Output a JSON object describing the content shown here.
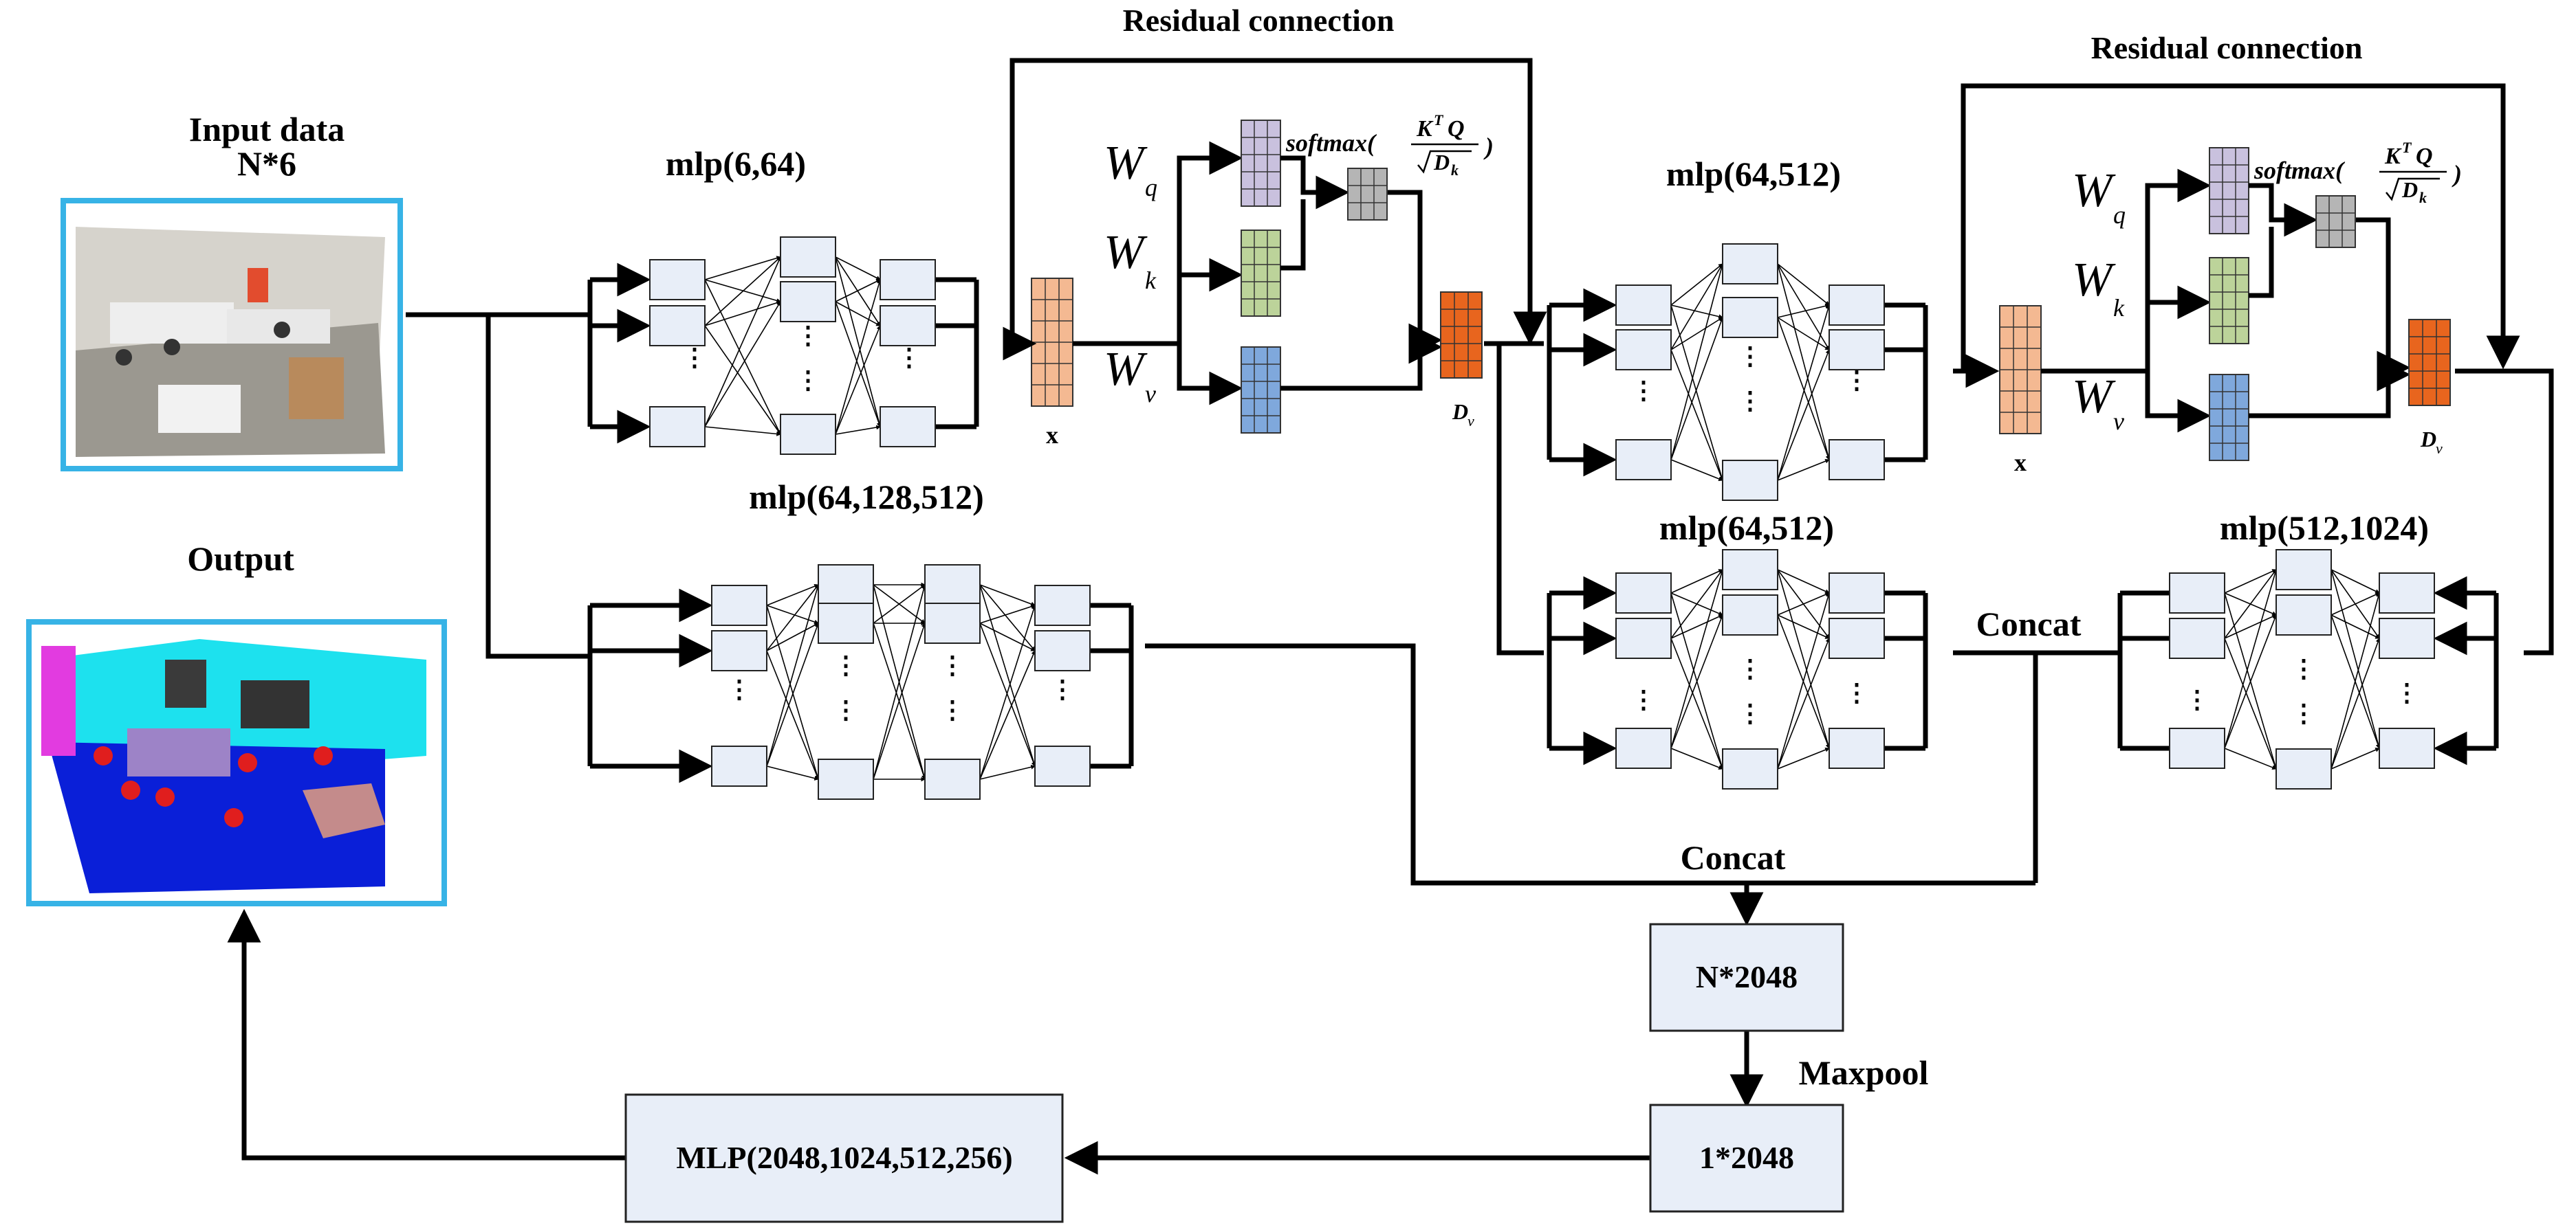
{
  "input": {
    "title": "Input data",
    "subtitle": "N*6"
  },
  "output": {
    "title": "Output"
  },
  "mlp_labels": {
    "mlp1": "mlp(6,64)",
    "mlp2": "mlp(64,128,512)",
    "mlp3": "mlp(64,512)",
    "mlp4": "mlp(64,512)",
    "mlp5": "mlp(512,1024)"
  },
  "attention": {
    "residual": "Residual connection",
    "wq_base": "W",
    "wq_sub": "q",
    "wk_base": "W",
    "wk_sub": "k",
    "wv_base": "W",
    "wv_sub": "v",
    "x": "x",
    "dv_base": "D",
    "dv_sub": "v",
    "softmax": "softmax(",
    "num": "K",
    "num_sup": "T",
    "num_tail": "Q",
    "den_base": "D",
    "den_sub": "k",
    "close": ")"
  },
  "concat_labels": {
    "top": "Concat",
    "bottom": "Concat"
  },
  "boxes": {
    "n2048": "N*2048",
    "one2048": "1*2048",
    "mlp_final": "MLP(2048,1024,512,256)"
  },
  "maxpool": "Maxpool",
  "ellipsis": "⋮",
  "colors": {
    "query": "#c9c1de",
    "key": "#bcd39a",
    "value": "#7fa8dc",
    "scores": "#b5b5b5",
    "input_x": "#f4b992",
    "output_dv": "#e8651e",
    "node": "#e8eef8",
    "frame": "#37b3e6",
    "scene_cyan": "#1de1ee",
    "scene_floor": "#0a1fd8"
  }
}
